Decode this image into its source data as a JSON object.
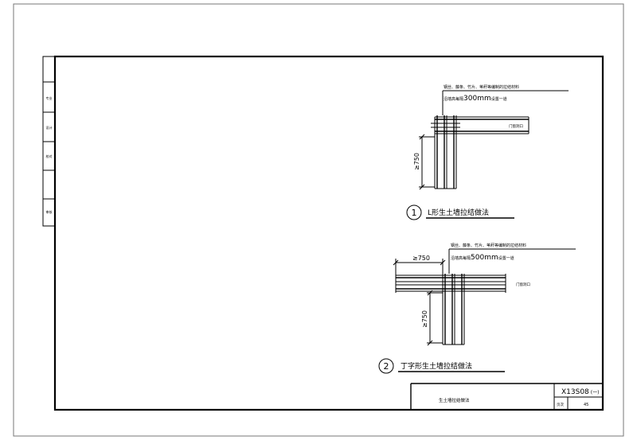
{
  "sheet": {
    "side_labels": [
      "专业",
      "设计",
      "校对",
      "审核"
    ],
    "title_block": {
      "drawing_title": "生土墙拉结做法",
      "drawing_number": "X13S08",
      "drawing_number_suffix": "(一)",
      "page_label": "页次",
      "page_value": "45"
    }
  },
  "detail1": {
    "number": "1",
    "title": "L形生土墙拉结做法",
    "annotation_line1": "钢丝、藤条、竹片、苇秆等编制的拉结材料",
    "annotation_line2_prefix": "沿墙高每隔",
    "annotation_line2_dim": "300mm",
    "annotation_line2_suffix": "设置一道",
    "wall_label": "门窗洞口",
    "dim_v": "≥750"
  },
  "detail2": {
    "number": "2",
    "title": "丁字形生土墙拉结做法",
    "annotation_line1": "钢丝、藤条、竹片、苇秆等编制的拉结材料",
    "annotation_line2_prefix": "沿墙高每隔",
    "annotation_line2_dim": "500mm",
    "annotation_line2_suffix": "设置一道",
    "wall_label": "门窗洞口",
    "dim_h": "≥750",
    "dim_v": "≥750"
  }
}
